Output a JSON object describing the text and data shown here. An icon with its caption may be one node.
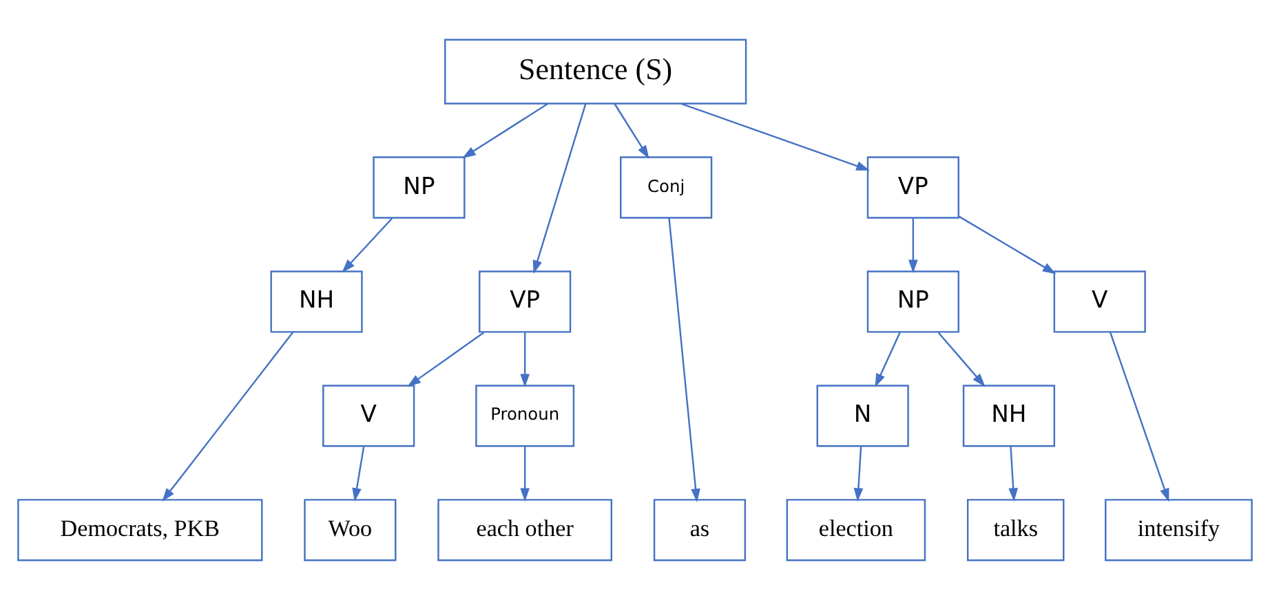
{
  "diagram": {
    "nodes": [
      {
        "text": [
          "Sentence (S)"
        ]
      },
      {
        "text": [
          "NP"
        ]
      },
      {
        "text": [
          "VP"
        ]
      },
      {
        "text": [
          "Conj"
        ]
      },
      {
        "text": [
          "VP"
        ]
      },
      {
        "text": [
          "NH"
        ]
      },
      {
        "text": [
          "V"
        ]
      },
      {
        "text": [
          "Pronoun"
        ]
      },
      {
        "text": [
          "NP"
        ]
      },
      {
        "text": [
          "V"
        ]
      },
      {
        "text": [
          "N"
        ]
      },
      {
        "text": [
          "NH"
        ]
      },
      {
        "text": [
          "Democrats, PKB"
        ]
      },
      {
        "text": [
          "Woo"
        ]
      },
      {
        "text": [
          "each other"
        ]
      },
      {
        "text": [
          "as"
        ]
      },
      {
        "text": [
          "election"
        ]
      },
      {
        "text": [
          "talks"
        ]
      },
      {
        "text": [
          "intensify"
        ]
      }
    ],
    "edges": [
      {
        "from": 0,
        "to": 1,
        "arrow": "to"
      },
      {
        "from": 0,
        "to": 2,
        "arrow": "to"
      },
      {
        "from": 0,
        "to": 3,
        "arrow": "to"
      },
      {
        "from": 0,
        "to": 4,
        "arrow": "to"
      },
      {
        "from": 1,
        "to": 5,
        "arrow": "to"
      },
      {
        "from": 2,
        "to": 6,
        "arrow": "to"
      },
      {
        "from": 2,
        "to": 7,
        "arrow": "to"
      },
      {
        "from": 4,
        "to": 8,
        "arrow": "to"
      },
      {
        "from": 4,
        "to": 9,
        "arrow": "to"
      },
      {
        "from": 8,
        "to": 10,
        "arrow": "to"
      },
      {
        "from": 8,
        "to": 11,
        "arrow": "to"
      },
      {
        "from": 5,
        "to": 12,
        "arrow": "to"
      },
      {
        "from": 6,
        "to": 13,
        "arrow": "to"
      },
      {
        "from": 7,
        "to": 14,
        "arrow": "to"
      },
      {
        "from": 3,
        "to": 15,
        "arrow": "to"
      },
      {
        "from": 10,
        "to": 16,
        "arrow": "to"
      },
      {
        "from": 11,
        "to": 17,
        "arrow": "to"
      },
      {
        "from": 9,
        "to": 18,
        "arrow": "to"
      }
    ]
  }
}
